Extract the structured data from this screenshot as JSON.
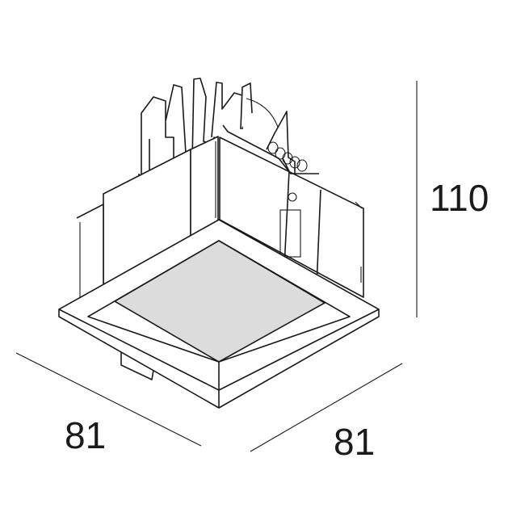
{
  "dimensions": {
    "height": "110",
    "width_left": "81",
    "width_right": "81"
  },
  "colors": {
    "line": "#1a1a1a",
    "diffuser": "#dcdcdc"
  }
}
